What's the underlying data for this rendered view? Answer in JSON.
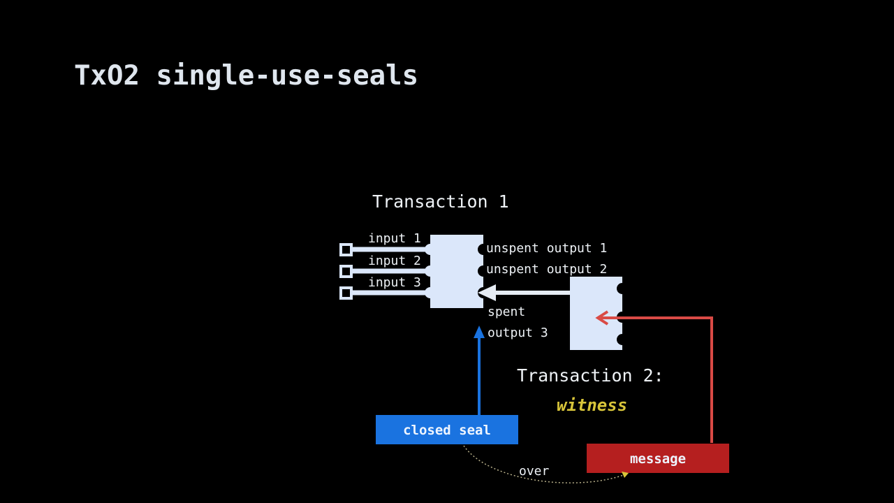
{
  "slide": {
    "title": "TxO2 single-use-seals"
  },
  "transaction1": {
    "title": "Transaction 1",
    "inputs": [
      "input 1",
      "input 2",
      "input 3"
    ],
    "outputs": [
      "unspent output 1",
      "unspent output 2"
    ],
    "spent_label_line1": "spent",
    "spent_label_line2": "output 3"
  },
  "transaction2": {
    "title": "Transaction 2:",
    "role": "witness"
  },
  "closed_seal": {
    "label": "closed seal"
  },
  "message": {
    "label": "message"
  },
  "relation": {
    "label": "over"
  },
  "colors": {
    "background": "#000000",
    "tx_fill": "#dbe7fa",
    "spend_arrow": "#e6ecf4",
    "closed_seal": "#1a73e0",
    "message": "#b51f1f",
    "message_arrow": "#d94a45",
    "witness": "#d8c53a"
  }
}
